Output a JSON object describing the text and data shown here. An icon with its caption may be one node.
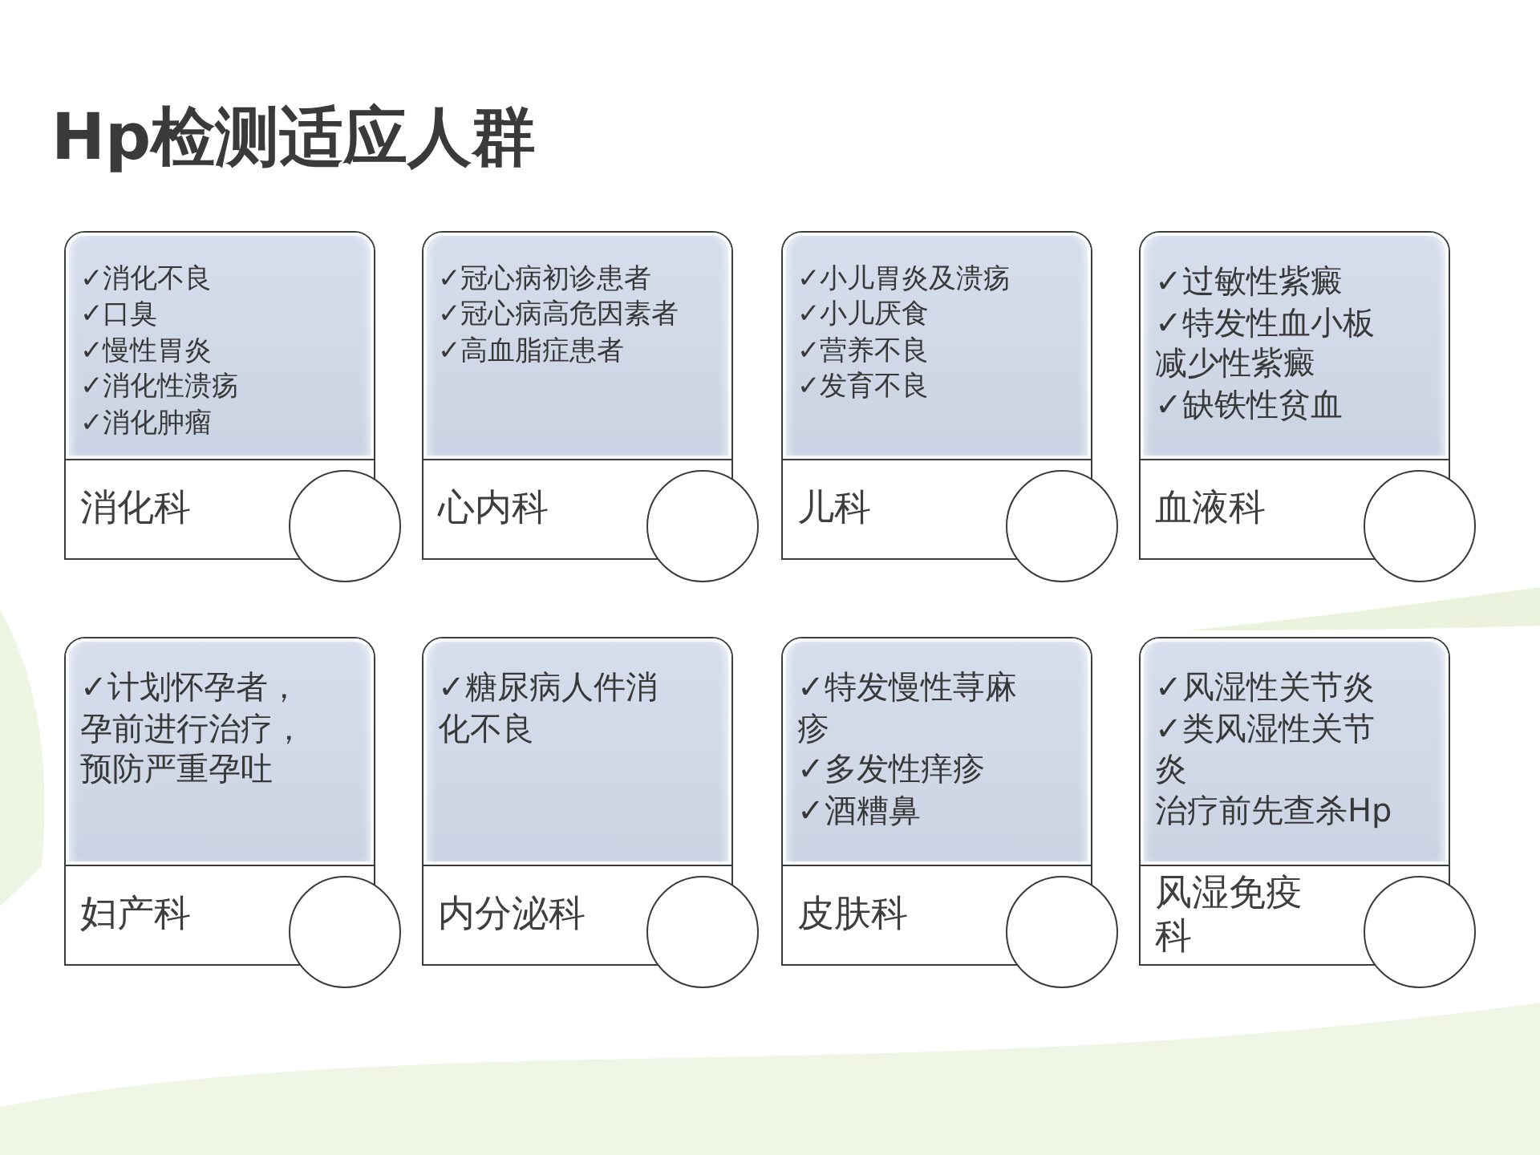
{
  "diagram": {
    "title": "Hp检测适应人群",
    "nodes": [
      {
        "text": [
          "✓消化不良",
          "✓口臭",
          "✓慢性胃炎",
          "✓消化性溃疡",
          "✓消化肿瘤",
          "消化科"
        ]
      },
      {
        "text": [],
        "shape": "circle"
      },
      {
        "text": [
          "✓冠心病初诊患者",
          "✓冠心病高危因素者",
          "✓高血脂症患者",
          "心内科"
        ]
      },
      {
        "text": [],
        "shape": "circle"
      },
      {
        "text": [
          "✓小儿胃炎及溃疡",
          "✓小儿厌食",
          "✓营养不良",
          "✓发育不良",
          "儿科"
        ]
      },
      {
        "text": [],
        "shape": "circle"
      },
      {
        "text": [
          "✓过敏性紫癜",
          "✓特发性血小板减少性紫癜",
          "✓缺铁性贫血",
          "血液科"
        ]
      },
      {
        "text": [],
        "shape": "circle"
      },
      {
        "text": [
          "✓计划怀孕者，孕前进行治疗，预防严重孕吐",
          "妇产科"
        ]
      },
      {
        "text": [],
        "shape": "circle"
      },
      {
        "text": [
          "✓糖尿病人件消化不良",
          "内分泌科"
        ]
      },
      {
        "text": [],
        "shape": "circle"
      },
      {
        "text": [
          "✓特发慢性荨麻疹",
          "✓多发性痒疹",
          "✓酒糟鼻",
          "皮肤科"
        ]
      },
      {
        "text": [],
        "shape": "circle"
      },
      {
        "text": [
          "✓风湿性关节炎",
          "✓类风湿性关节炎",
          "治疗前先查杀Hp",
          "风湿免疫科"
        ]
      },
      {
        "text": [],
        "shape": "circle"
      }
    ]
  }
}
